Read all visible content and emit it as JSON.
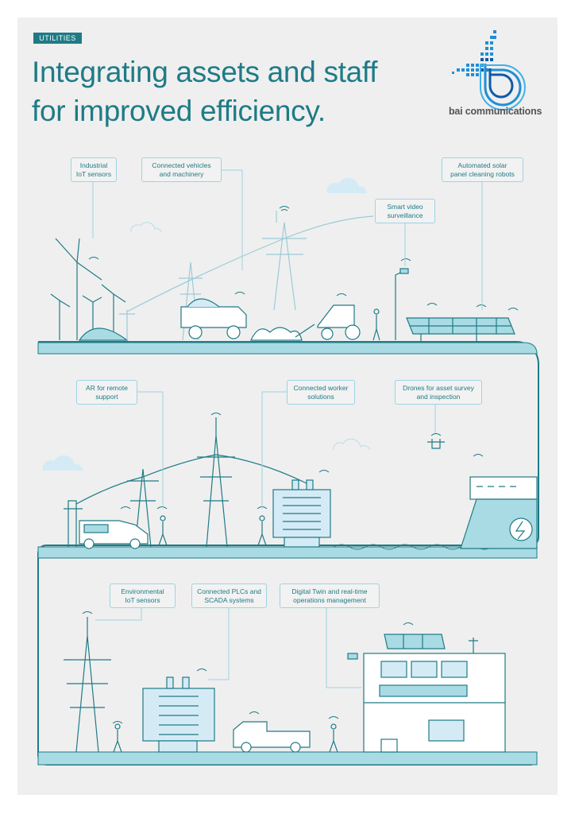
{
  "header": {
    "category_tag": "UTILITIES",
    "title_line1": "Integrating assets and staff",
    "title_line2": "for improved efficiency."
  },
  "logo": {
    "brand_name": "bai communications"
  },
  "colors": {
    "teal": "#1e7b86",
    "light_blue": "#a9dbe4",
    "sky": "#d4ebf6",
    "logo_blue": "#1f8fd6"
  },
  "rows": [
    {
      "labels": [
        {
          "line1": "Industrial",
          "line2": "IoT sensors"
        },
        {
          "line1": "Connected vehicles",
          "line2": "and machinery"
        },
        {
          "line1": "Smart video",
          "line2": "surveillance"
        },
        {
          "line1": "Automated solar",
          "line2": "panel cleaning robots"
        }
      ]
    },
    {
      "labels": [
        {
          "line1": "AR for remote",
          "line2": "support"
        },
        {
          "line1": "Connected worker",
          "line2": "solutions"
        },
        {
          "line1": "Drones for asset survey",
          "line2": "and inspection"
        }
      ]
    },
    {
      "labels": [
        {
          "line1": "Environmental",
          "line2": "IoT sensors"
        },
        {
          "line1": "Connected PLCs and",
          "line2": "SCADA systems"
        },
        {
          "line1": "Digital Twin and real-time",
          "line2": "operations management"
        }
      ]
    }
  ]
}
